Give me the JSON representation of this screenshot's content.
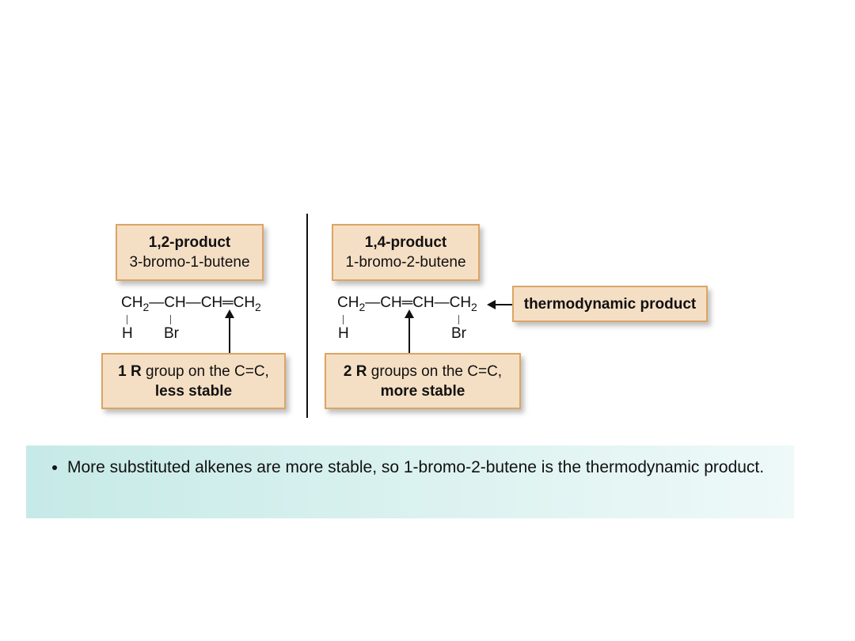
{
  "left": {
    "product_title": "1,2-product",
    "product_name": "3-bromo-1-butene",
    "formula": {
      "p1": "CH",
      "s1": "2",
      "p2": "—CH—CH═CH",
      "s2": "2"
    },
    "sub1": "H",
    "sub2": "Br",
    "note_bold1": "1 R",
    "note_text": " group on the C=C,",
    "note_bold2": "less stable"
  },
  "right": {
    "product_title": "1,4-product",
    "product_name": "1-bromo-2-butene",
    "formula": {
      "p1": "CH",
      "s1": "2",
      "p2": "—CH═CH—CH",
      "s2": "2"
    },
    "sub1": "H",
    "sub2": "Br",
    "note_bold1": "2 R",
    "note_text": " groups on the C=C,",
    "note_bold2": "more stable",
    "callout": "thermodynamic product"
  },
  "bullet": "More substituted alkenes are more stable, so 1-bromo-2-butene is the thermodynamic product."
}
